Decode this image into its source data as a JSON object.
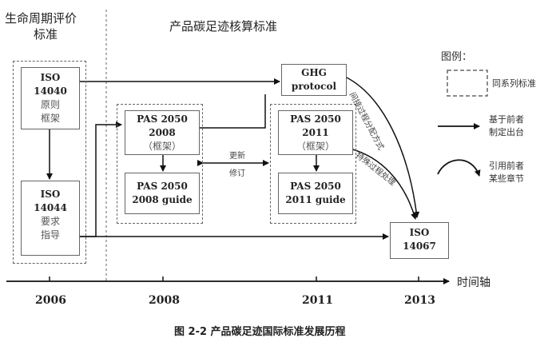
{
  "sections": {
    "left_title_line1": "生命周期评价",
    "left_title_line2": "标准",
    "right_title": "产品碳足迹核算标准"
  },
  "boxes": {
    "iso14040": {
      "line1": "ISO",
      "line2": "14040",
      "line3": "原则",
      "line4": "框架"
    },
    "iso14044": {
      "line1": "ISO",
      "line2": "14044",
      "line3": "要求",
      "line4": "指导"
    },
    "pas2008": {
      "line1": "PAS 2050",
      "line2": "2008",
      "line3": "（框架）"
    },
    "pas2008_guide": {
      "line1": "PAS 2050",
      "line2": "2008 guide"
    },
    "pas2011": {
      "line1": "PAS 2050",
      "line2": "2011",
      "line3": "（框架）"
    },
    "pas2011_guide": {
      "line1": "PAS 2050",
      "line2": "2011 guide"
    },
    "ghg": {
      "line1": "GHG",
      "line2": "protocol"
    },
    "iso14067": {
      "line1": "ISO",
      "line2": "14067"
    }
  },
  "annotations": {
    "update_line1": "更新",
    "update_line2": "修订",
    "curve_ghg": "间接过程分配方式",
    "curve_pas": "特殊过程处理"
  },
  "legend": {
    "title": "图例：",
    "dashed_label": "同系列标准",
    "arrow_label_line1": "基于前者",
    "arrow_label_line2": "制定出台",
    "curve_label_line1": "引用前者",
    "curve_label_line2": "某些章节"
  },
  "timeline": {
    "axis_label": "时间轴",
    "years": [
      "2006",
      "2008",
      "2011",
      "2013"
    ]
  },
  "caption": "图 2-2 产品碳足迹国际标准发展历程"
}
